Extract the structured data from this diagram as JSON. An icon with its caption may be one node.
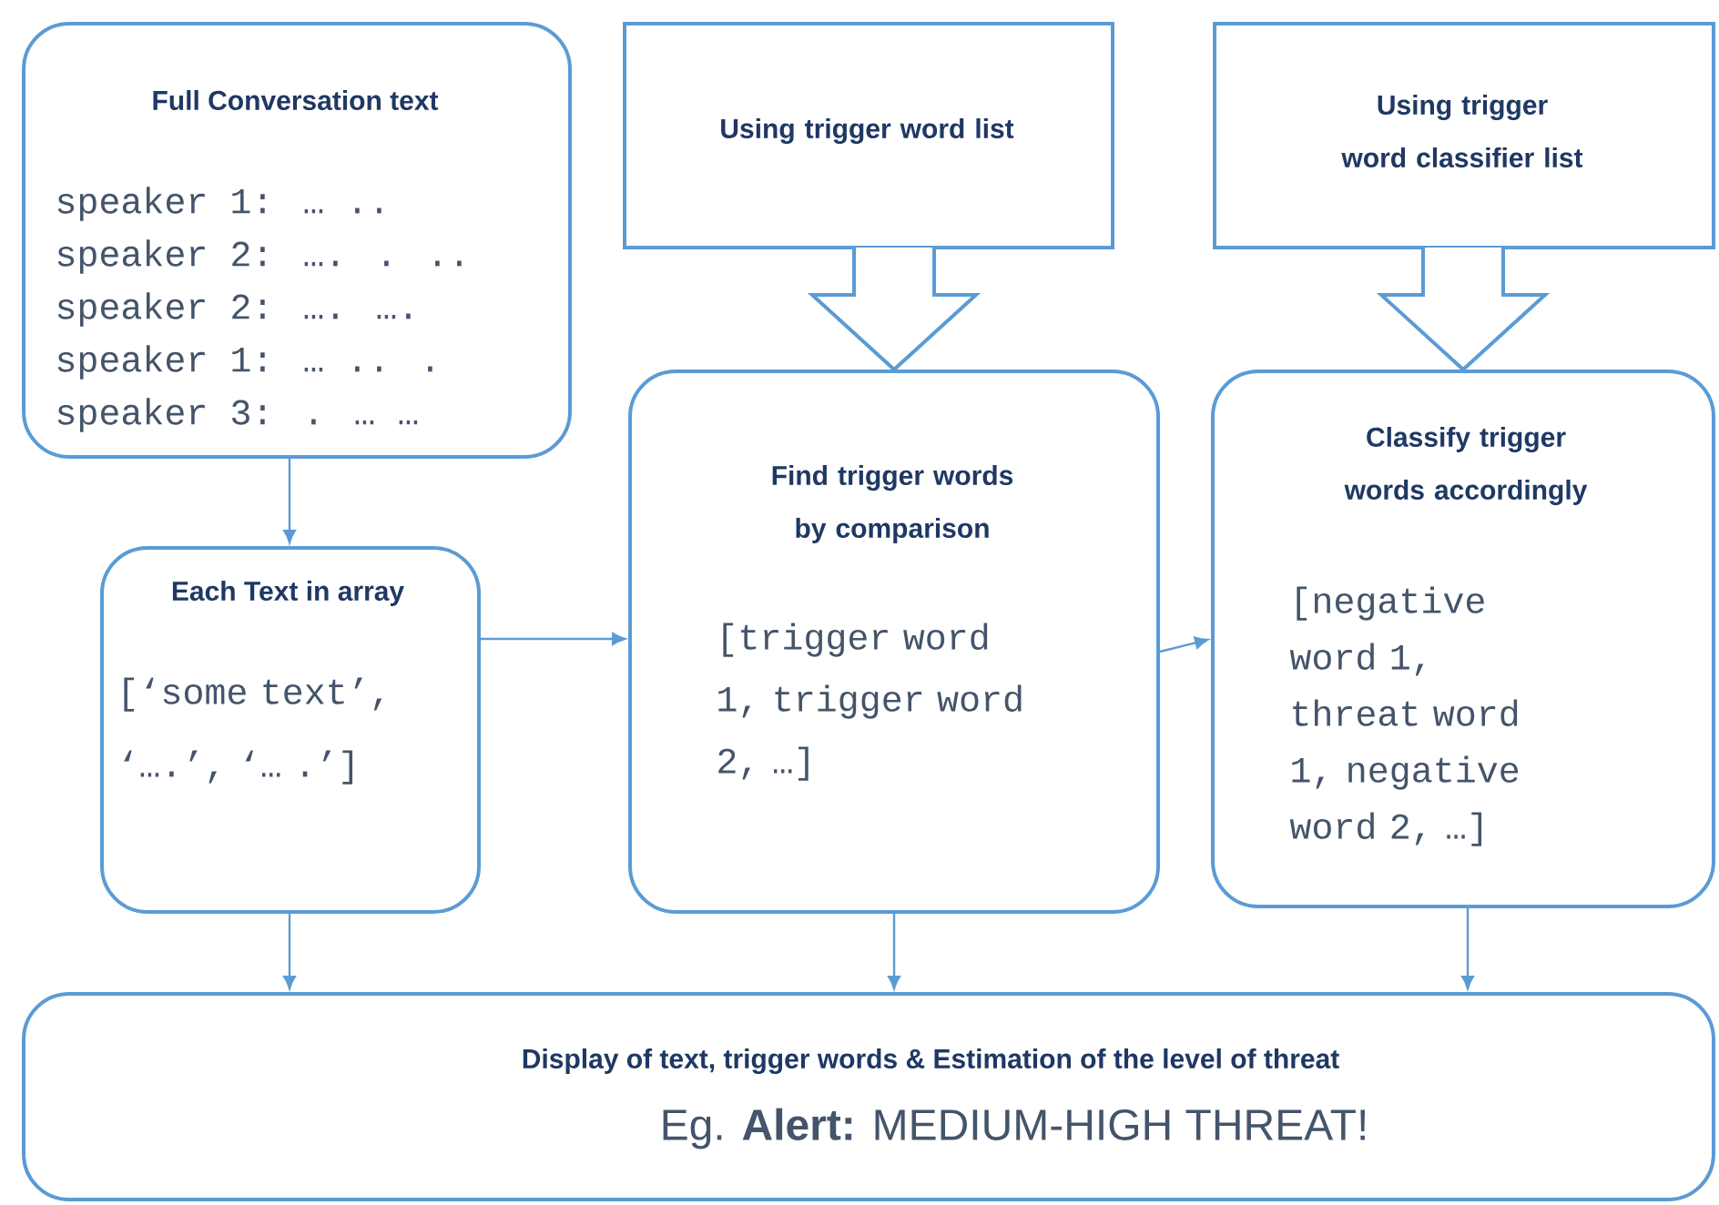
{
  "diagram": {
    "nodes": [
      {
        "text": [
          "Full Conversation text",
          "speaker 1: … ..",
          "speaker 2: …. . ..",
          "speaker 2: …. ….",
          "speaker 1: … .. .",
          "speaker 3: . … …"
        ]
      },
      {
        "text": [
          "Using trigger word list"
        ]
      },
      {
        "text": [
          "Using trigger word classifier list"
        ]
      },
      {
        "text": [
          "Each Text in array",
          "[‘some text’, ‘….’, ‘… .’]"
        ]
      },
      {
        "text": [
          "Find trigger words by comparison",
          "[trigger word 1, trigger word 2, …]"
        ]
      },
      {
        "text": [
          "Classify trigger words accordingly",
          "[negative word 1, threat word 1, negative word 2, …]"
        ]
      },
      {
        "text": [
          "Display of text, trigger words & Estimation of the level of threat",
          "Eg. **Alert:** MEDIUM-HIGH THREAT!"
        ]
      }
    ],
    "edges": [
      {
        "from": 0,
        "to": 3,
        "arrow": "to"
      },
      {
        "from": 1,
        "to": 4,
        "arrow": "to"
      },
      {
        "from": 2,
        "to": 5,
        "arrow": "to"
      },
      {
        "from": 3,
        "to": 4,
        "arrow": "to"
      },
      {
        "from": 4,
        "to": 5,
        "arrow": "to"
      },
      {
        "from": 3,
        "to": 6,
        "arrow": "to"
      },
      {
        "from": 4,
        "to": 6,
        "arrow": "to"
      },
      {
        "from": 5,
        "to": 6,
        "arrow": "to"
      }
    ]
  }
}
